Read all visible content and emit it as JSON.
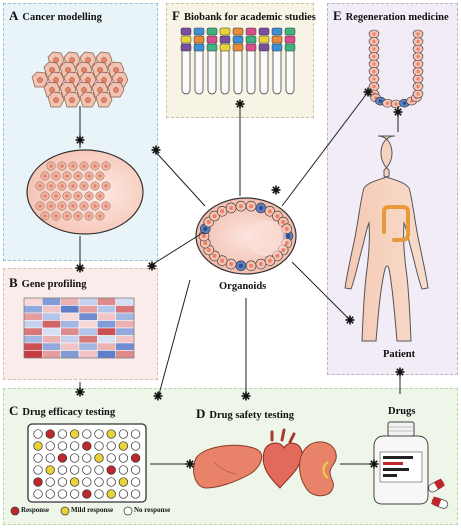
{
  "panels": {
    "A": {
      "letter": "A",
      "title": "Cancer modelling"
    },
    "B": {
      "letter": "B",
      "title": "Gene profiling"
    },
    "C": {
      "letter": "C",
      "title": "Drug efficacy testing"
    },
    "D": {
      "letter": "D",
      "title": "Drug safety testing"
    },
    "E": {
      "letter": "E",
      "title": "Regeneration medicine"
    },
    "F": {
      "letter": "F",
      "title": "Biobank for academic studies"
    }
  },
  "center_label": "Organoids",
  "patient_label": "Patient",
  "drugs_label": "Drugs",
  "legend": {
    "response": "Response",
    "mild": "Mild response",
    "none": "No response"
  },
  "colors": {
    "response": "#c0272d",
    "mild": "#e8d43a",
    "none": "#ffffff",
    "organ": "#e8836a",
    "tube_caps": [
      "#7b4fa0",
      "#3f8fd6",
      "#3fb27f",
      "#e8d43a",
      "#e88a3a",
      "#d94f8b"
    ]
  },
  "plate_pattern": [
    "NRNMNNMNN",
    "MNNNRNNMN",
    "NNRNNMNNR",
    "NMNNNNRNN",
    "RNNMNNNMN",
    "NNNNRNMNN"
  ],
  "heatmap": [
    [
      0.1,
      -0.6,
      0.3,
      -0.2,
      0.5,
      -0.1
    ],
    [
      -0.5,
      0.2,
      -0.8,
      0.4,
      -0.3,
      0.6
    ],
    [
      0.4,
      -0.3,
      0.1,
      -0.7,
      0.2,
      -0.4
    ],
    [
      -0.2,
      0.7,
      -0.4,
      0.1,
      -0.6,
      0.3
    ],
    [
      0.6,
      -0.1,
      0.5,
      -0.3,
      0.8,
      -0.5
    ],
    [
      -0.4,
      0.3,
      -0.2,
      0.6,
      -0.1,
      0.2
    ],
    [
      0.8,
      -0.5,
      0.2,
      -0.4,
      0.3,
      -0.7
    ],
    [
      0.9,
      0.4,
      -0.6,
      0.2,
      -0.8,
      0.5
    ]
  ]
}
